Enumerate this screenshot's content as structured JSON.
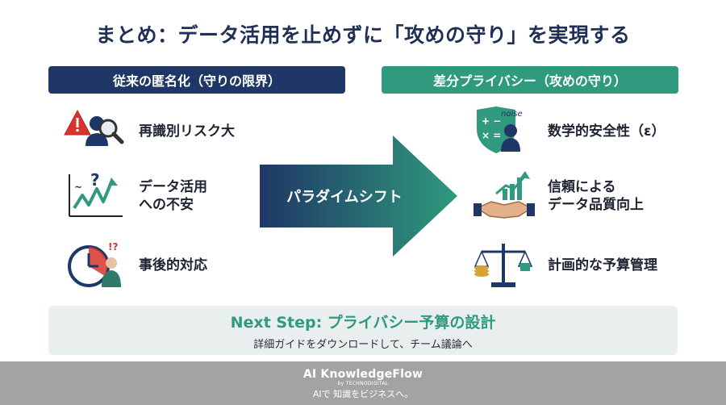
{
  "title": "まとめ：データ活用を止めずに「攻めの守り」を実現する",
  "left_header": "従来の匿名化（守りの限界）",
  "right_header": "差分プライバシー（攻めの守り）",
  "left_items": [
    {
      "label": "再識別リスク大",
      "icon": "warning-person-search-icon"
    },
    {
      "label": "データ活用\nへの不安",
      "icon": "question-chart-icon"
    },
    {
      "label": "事後的対応",
      "icon": "clock-worried-person-icon"
    }
  ],
  "right_items": [
    {
      "label": "数学的安全性（ε）",
      "icon": "shield-math-noise-icon",
      "icon_text": "noise"
    },
    {
      "label": "信頼による\nデータ品質向上",
      "icon": "handshake-growth-icon"
    },
    {
      "label": "計画的な予算管理",
      "icon": "scale-coins-icon"
    }
  ],
  "arrow_label": "パラダイムシフト",
  "next_step": {
    "title": "Next Step: プライバシー予算の設計",
    "subtitle": "詳細ガイドをダウンロードして、チーム議論へ"
  },
  "footer": {
    "brand": "AI KnowledgeFlow",
    "by": "by TECHNODIGITAL",
    "tagline": "AIで 知識をビジネスへ。"
  },
  "colors": {
    "navy": "#1f3766",
    "teal": "#2f9a7d",
    "red": "#d9342b",
    "footer_gray": "#a3a3a3"
  }
}
